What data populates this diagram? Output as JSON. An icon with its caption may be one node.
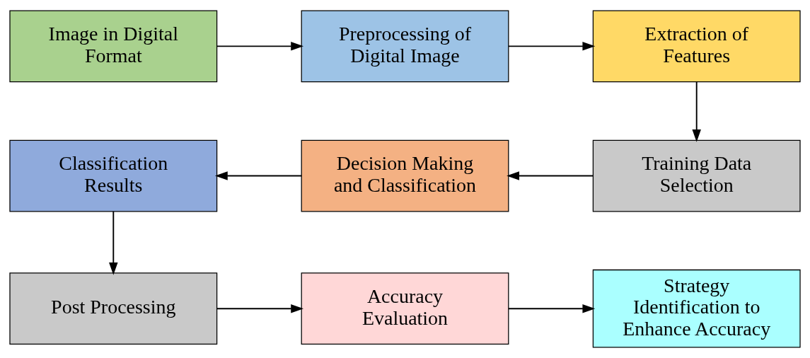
{
  "diagram": {
    "nodes": [
      {
        "text": [
          "Image in Digital Format"
        ]
      },
      {
        "text": [
          "Preprocessing of Digital Image"
        ]
      },
      {
        "text": [
          "Extraction of Features"
        ]
      },
      {
        "text": [
          "Training Data Selection"
        ]
      },
      {
        "text": [
          "Decision Making and Classification"
        ]
      },
      {
        "text": [
          "Classification Results"
        ]
      },
      {
        "text": [
          "Post Processing"
        ]
      },
      {
        "text": [
          "Accuracy Evaluation"
        ]
      },
      {
        "text": [
          "Strategy Identification to Enhance Accuracy"
        ]
      }
    ],
    "edges": [
      {
        "from": 0,
        "to": 1,
        "arrow": "to"
      },
      {
        "from": 1,
        "to": 2,
        "arrow": "to"
      },
      {
        "from": 2,
        "to": 3,
        "arrow": "to"
      },
      {
        "from": 3,
        "to": 4,
        "arrow": "to"
      },
      {
        "from": 4,
        "to": 5,
        "arrow": "to"
      },
      {
        "from": 5,
        "to": 6,
        "arrow": "to"
      },
      {
        "from": 6,
        "to": 7,
        "arrow": "to"
      },
      {
        "from": 7,
        "to": 8,
        "arrow": "to"
      }
    ]
  }
}
